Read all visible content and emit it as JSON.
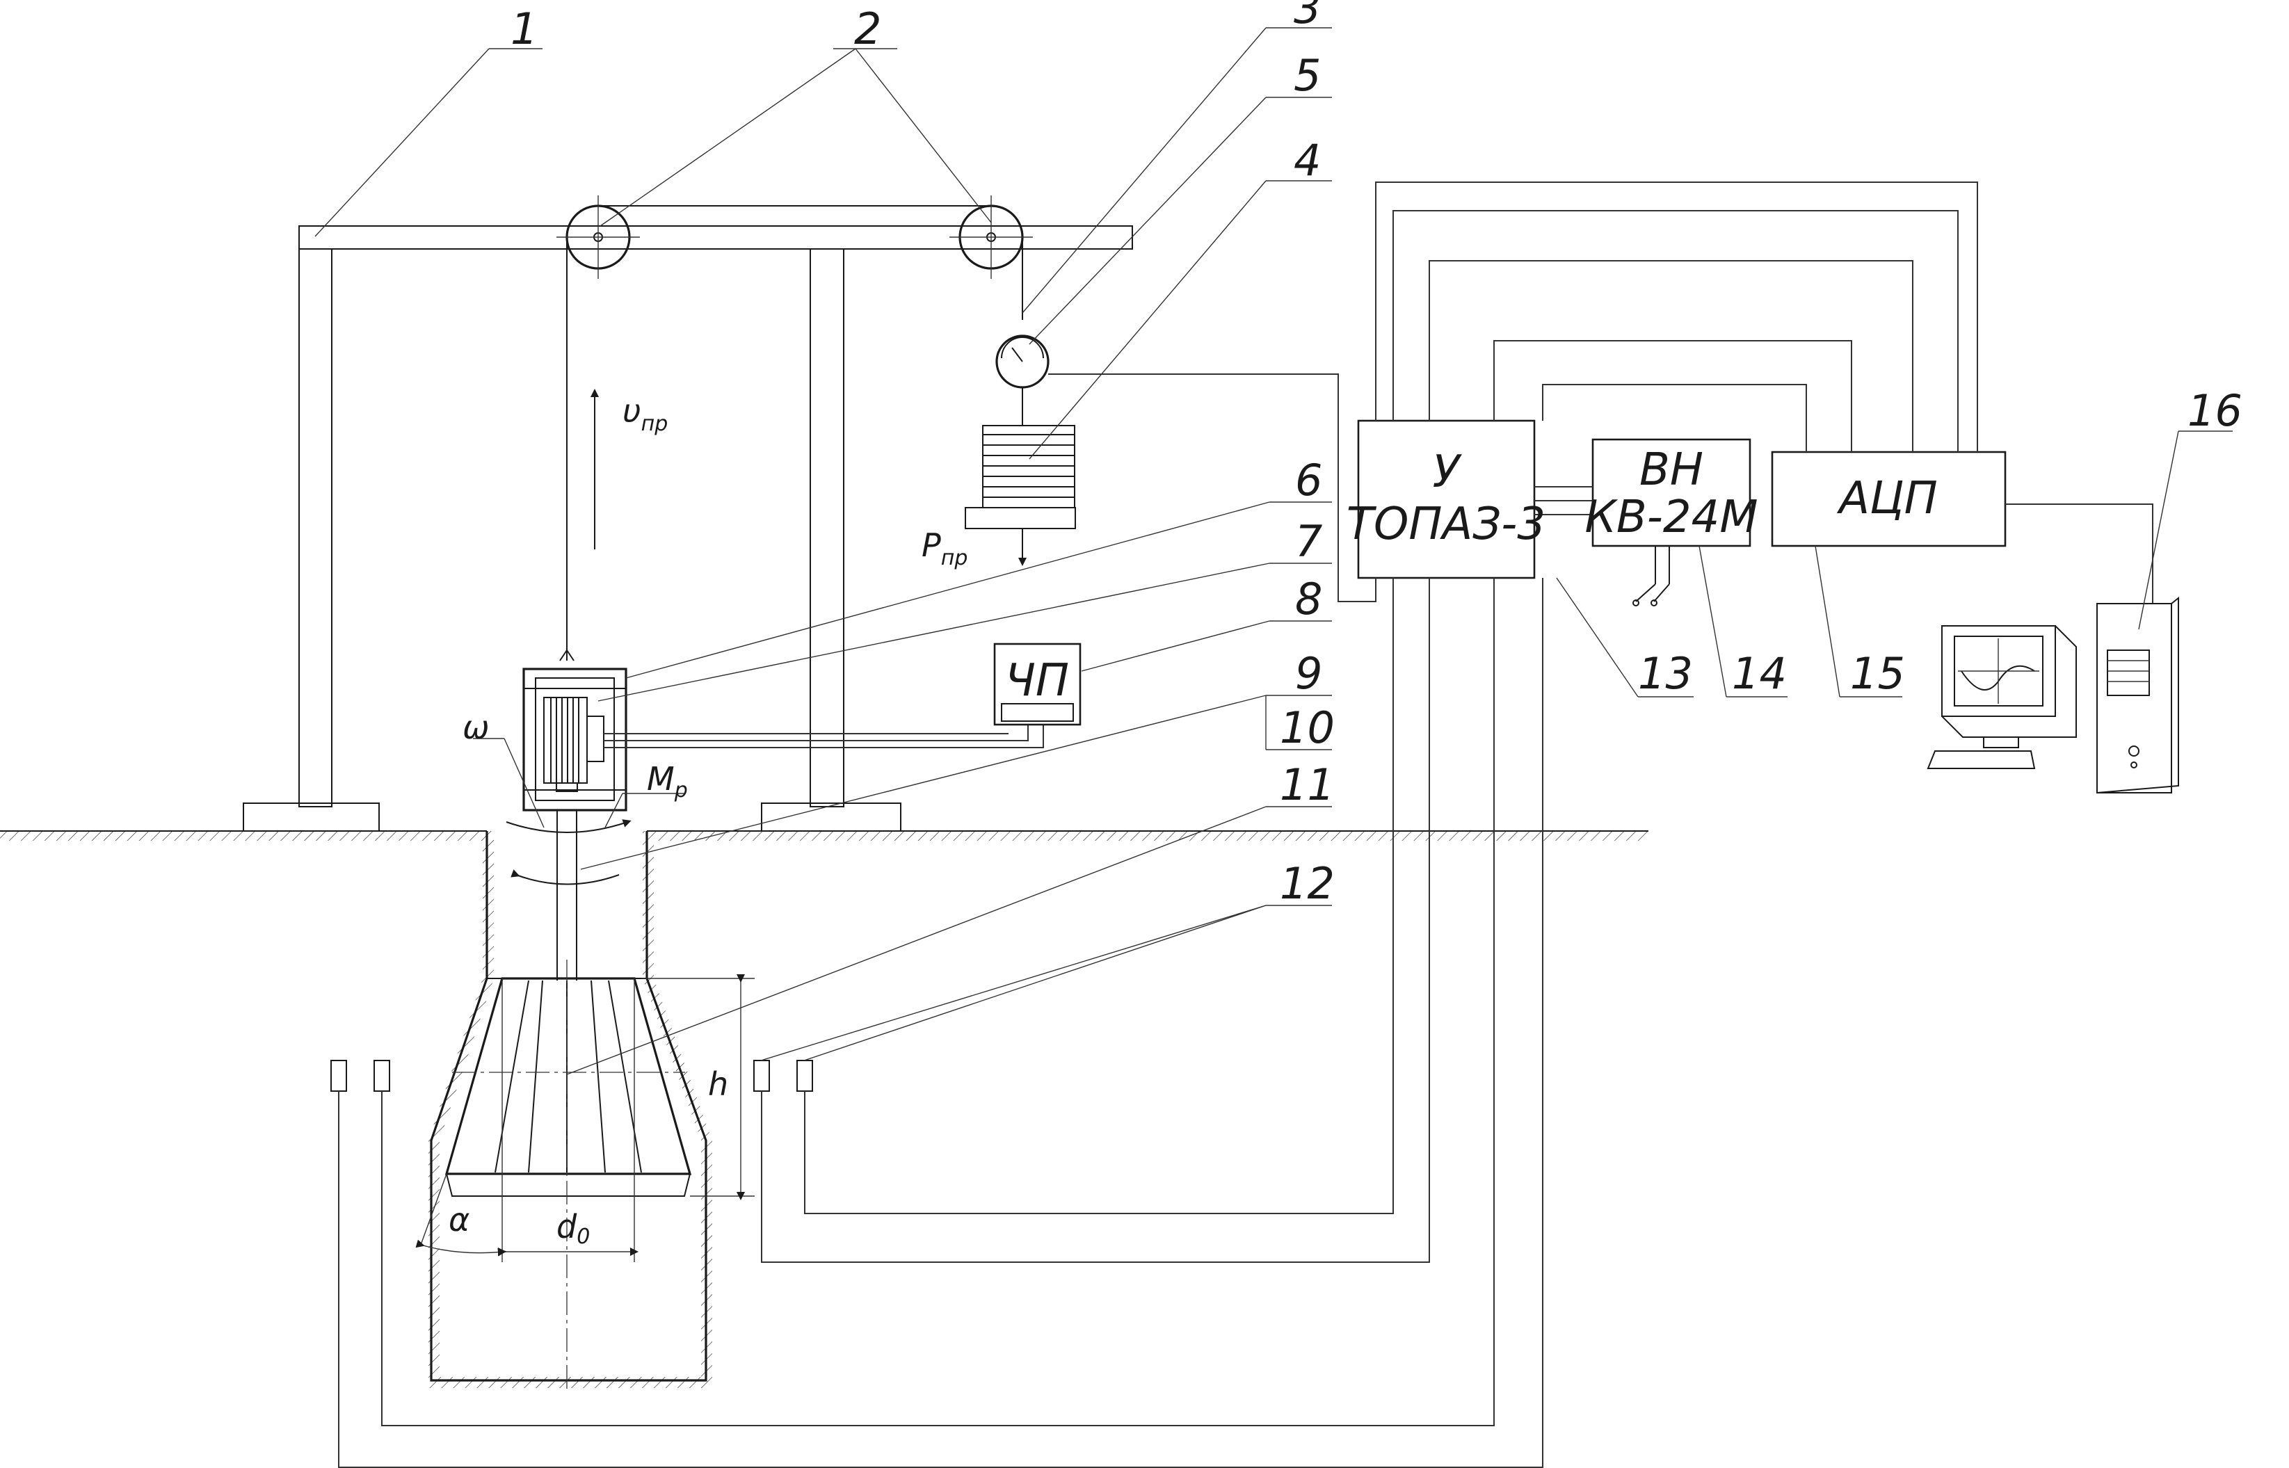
{
  "callouts": [
    "1",
    "2",
    "3",
    "5",
    "4",
    "6",
    "7",
    "8",
    "9",
    "10",
    "11",
    "12",
    "13",
    "14",
    "15",
    "16"
  ],
  "blocks": {
    "amplifier": [
      "У",
      "ТОПАЗ-3"
    ],
    "power_source": [
      "ВН",
      "КВ-24М"
    ],
    "adc": "АЦП",
    "frequency_converter": "ЧП"
  },
  "symbols": {
    "velocity": "υ",
    "velocity_sub": "пр",
    "load": "P",
    "load_sub": "пр",
    "omega": "ω",
    "moment": "M",
    "moment_sub": "р",
    "height": "h",
    "alpha": "α",
    "diameter": "d",
    "diameter_sub": "0"
  }
}
